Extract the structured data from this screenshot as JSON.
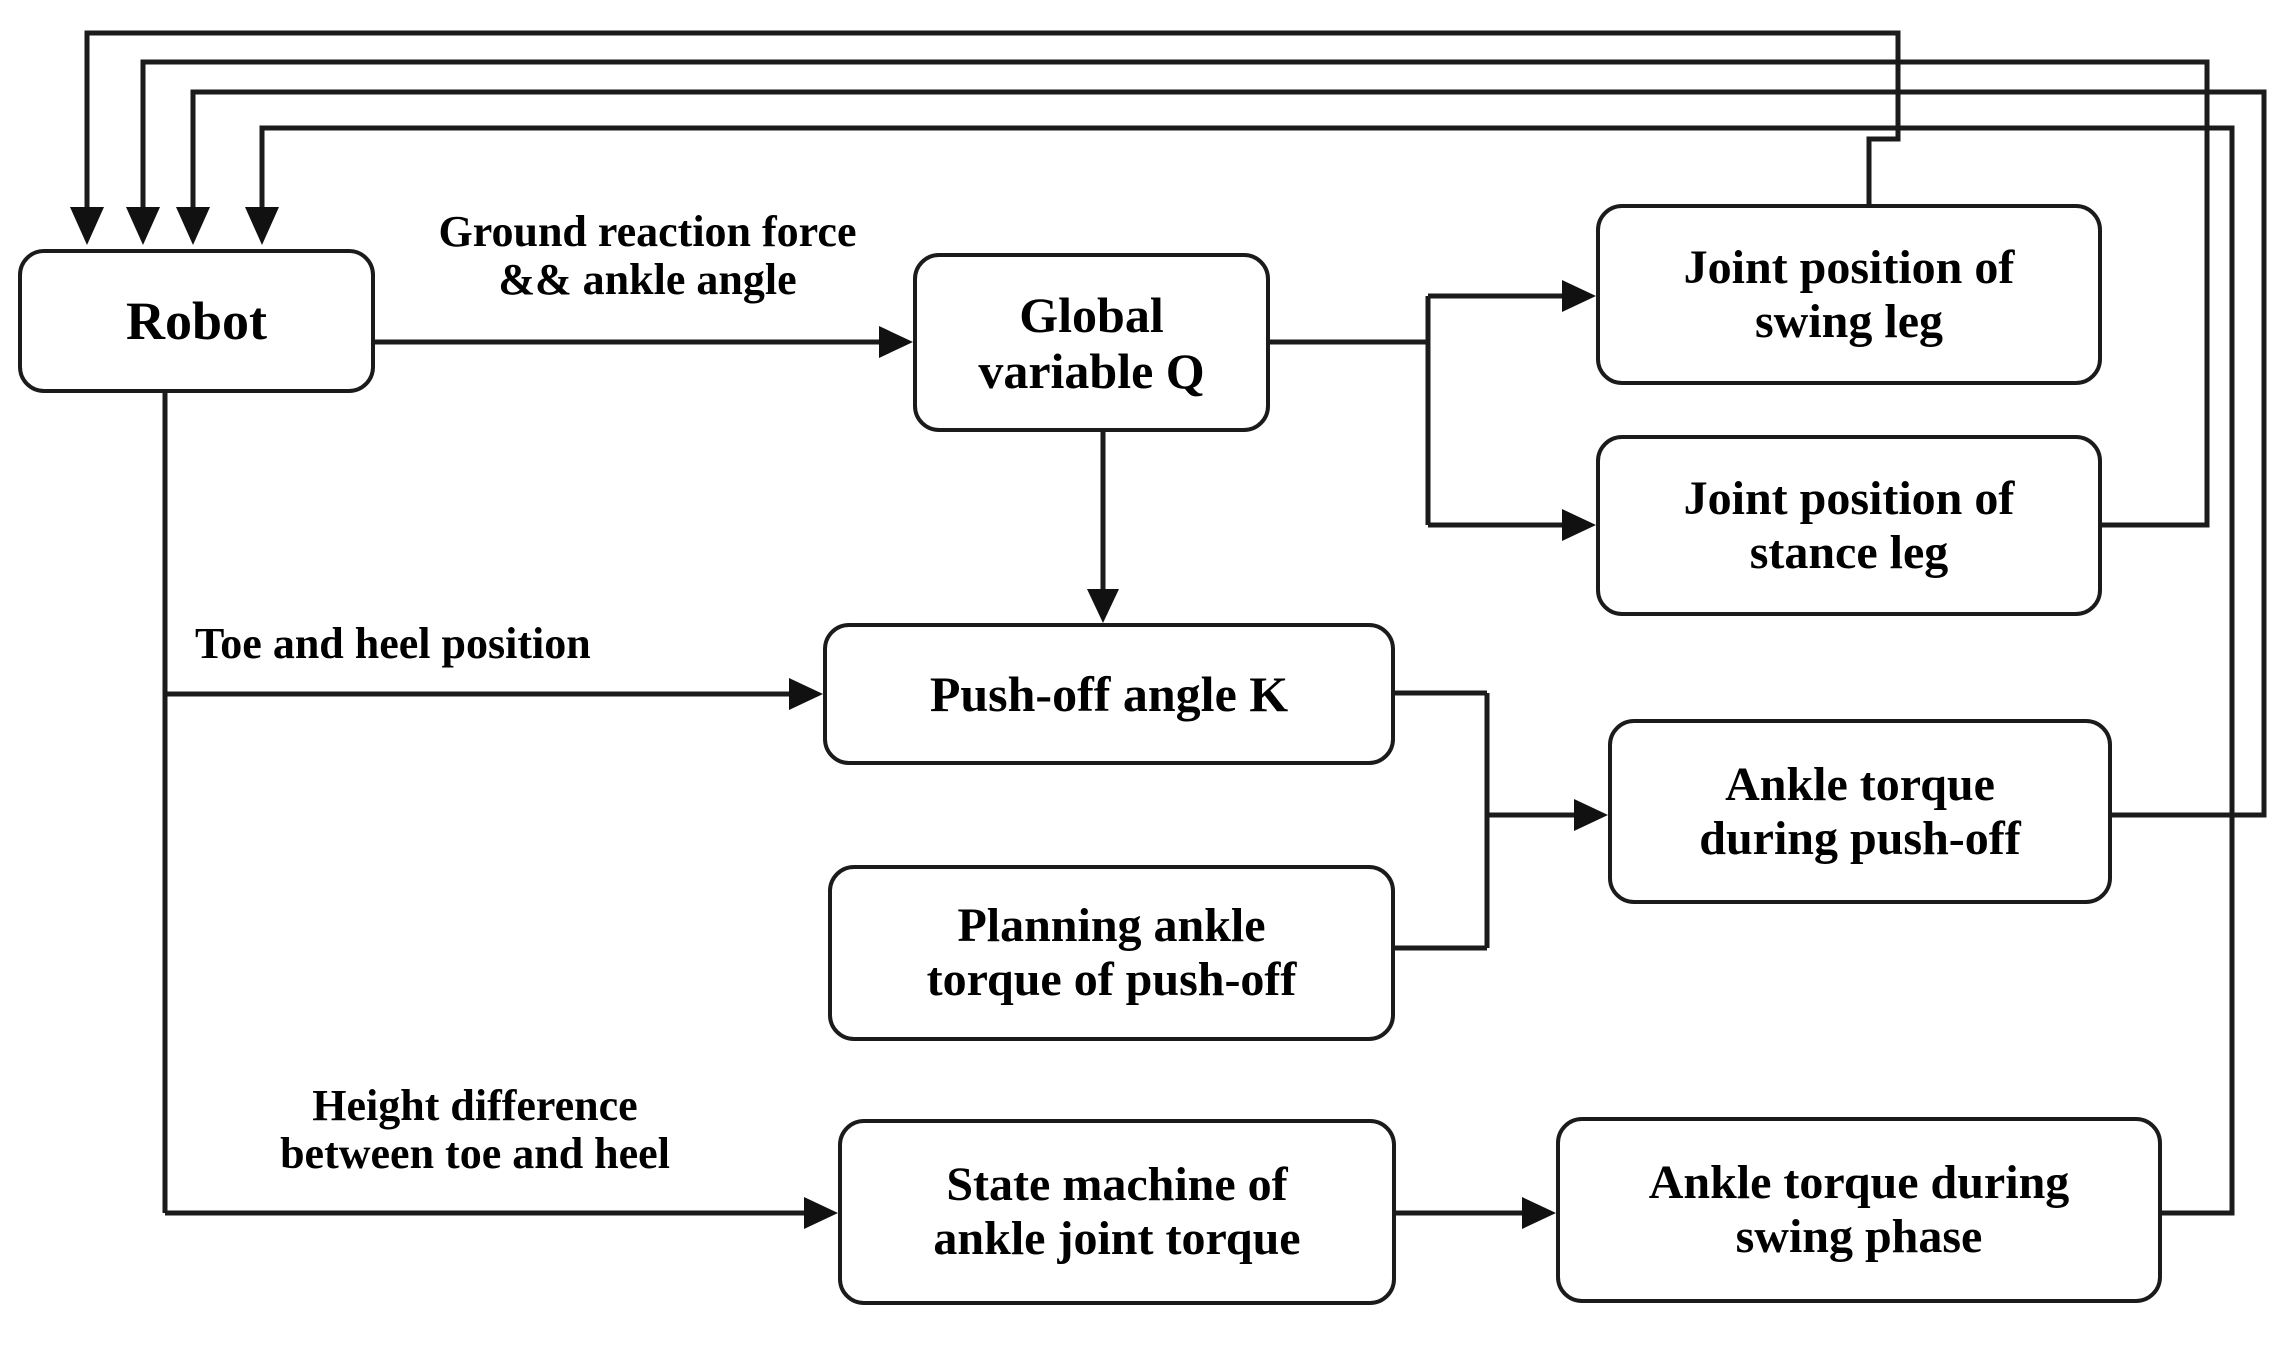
{
  "diagram": {
    "title": "Robot ankle torque control flow",
    "colors": {
      "line": "#1b1b1b",
      "box_border": "#1b1b1b",
      "box_fill": "#ffffff",
      "text": "#000000",
      "background": "#ffffff"
    },
    "nodes": [
      {
        "id": "robot",
        "label": "Robot"
      },
      {
        "id": "global-variable",
        "label": "Global\nvariable Q"
      },
      {
        "id": "joint-swing",
        "label": "Joint position of\nswing leg"
      },
      {
        "id": "joint-stance",
        "label": "Joint position of\nstance leg"
      },
      {
        "id": "push-off-angle",
        "label": "Push-off angle K"
      },
      {
        "id": "planning-torque",
        "label": "Planning ankle\ntorque of push-off"
      },
      {
        "id": "ankle-push-off",
        "label": "Ankle torque\nduring push-off"
      },
      {
        "id": "state-machine",
        "label": "State machine of\nankle joint torque"
      },
      {
        "id": "ankle-swing",
        "label": "Ankle torque during\nswing phase"
      }
    ],
    "edge_labels": [
      {
        "id": "ground-reaction",
        "text": "Ground reaction force\n&& ankle angle"
      },
      {
        "id": "toe-heel",
        "text": "Toe and heel position"
      },
      {
        "id": "height-diff",
        "text": "Height difference\nbetween toe and heel"
      }
    ]
  }
}
